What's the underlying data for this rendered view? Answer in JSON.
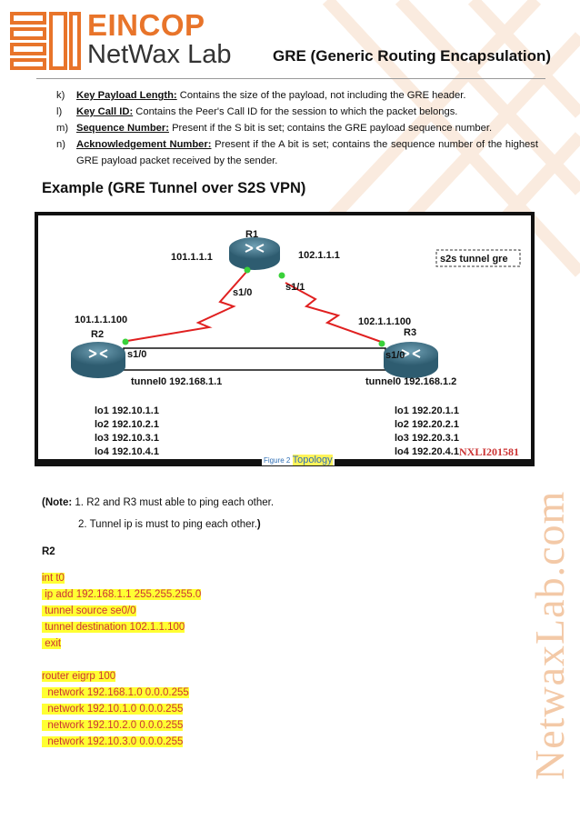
{
  "header": {
    "brand_top": "EINCOP",
    "brand_bottom": "NetWax Lab",
    "title": "GRE (Generic Routing Encapsulation)"
  },
  "items": [
    {
      "marker": "k)",
      "term": "Key Payload Length:",
      "text": " Contains the size of the payload, not including the GRE header."
    },
    {
      "marker": "l)",
      "term": "Key Call ID:",
      "text": " Contains the Peer's Call ID for the session to which the packet belongs."
    },
    {
      "marker": "m)",
      "term": "Sequence Number:",
      "text": " Present if the S bit is set; contains the GRE payload sequence number."
    },
    {
      "marker": "n)",
      "term": "Acknowledgement Number:",
      "text": " Present if the A bit is set; contains the sequence number of the highest GRE payload packet received by the sender."
    }
  ],
  "section_heading": "Example (GRE Tunnel over S2S VPN)",
  "figure": {
    "caption_prefix": "Figure 2",
    "caption": "Topology",
    "watermark": "NXLI201581",
    "labels": {
      "r1": "R1",
      "r2": "R2",
      "r3": "R3",
      "r1_left_ip": "101.1.1.1",
      "r1_right_ip": "102.1.1.1",
      "r1_s10": "s1/0",
      "r1_s11": "s1/1",
      "r2_ip": "101.1.1.100",
      "r3_ip": "102.1.1.100",
      "r2_s10": "s1/0",
      "r3_s10": "s1/0",
      "box": "s2s tunnel gre",
      "r2_tunnel": "tunnel0 192.168.1.1",
      "r3_tunnel": "tunnel0 192.168.1.2"
    },
    "r2_loopbacks": [
      "lo1 192.10.1.1",
      "lo2 192.10.2.1",
      "lo3 192.10.3.1",
      "lo4 192.10.4.1"
    ],
    "r3_loopbacks": [
      "lo1 192.20.1.1",
      "lo2 192.20.2.1",
      "lo3 192.20.3.1",
      "lo4 192.20.4.1"
    ]
  },
  "note": {
    "prefix": "(Note:",
    "line1": " 1. R2 and R3 must able to ping each other.",
    "line2": "2. Tunnel ip is must to ping each other.",
    "close": ")"
  },
  "config_label": "R2",
  "config_lines": [
    "int t0",
    " ip add 192.168.1.1 255.255.255.0",
    " tunnel source se0/0",
    " tunnel destination 102.1.1.100",
    " exit",
    "",
    "router eigrp 100",
    "  network 192.168.1.0 0.0.0.255",
    "  network 192.10.1.0 0.0.0.255",
    "  network 192.10.2.0 0.0.0.255",
    "  network 192.10.3.0 0.0.0.255"
  ],
  "side_watermark": "NetwaxLab.com",
  "colors": {
    "brand_orange": "#e8742a",
    "link_red": "#e02020",
    "highlight": "#ffff33",
    "code_text": "#cc3333"
  }
}
